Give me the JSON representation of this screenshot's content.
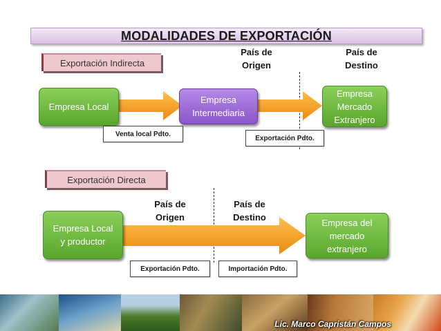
{
  "title": "MODALIDADES DE EXPORTACIÓN",
  "indirect": {
    "label": "Exportación Indirecta",
    "pais_origen": [
      "País de",
      "Origen"
    ],
    "pais_destino": [
      "País de",
      "Destino"
    ],
    "box_local": "Empresa Local",
    "box_intermediaria": [
      "Empresa",
      "Intermediaria"
    ],
    "box_mercado": [
      "Empresa",
      "Mercado",
      "Extranjero"
    ],
    "tag_venta": "Venta local Pdto.",
    "tag_exportacion": "Exportación Pdto."
  },
  "direct": {
    "label": "Exportación Directa",
    "pais_origen": [
      "País de",
      "Origen"
    ],
    "pais_destino": [
      "País de",
      "Destino"
    ],
    "box_local": [
      "Empresa Local",
      "y productor"
    ],
    "box_mercado": [
      "Empresa del",
      "mercado",
      "extranjero"
    ],
    "tag_exportacion": "Exportación Pdto.",
    "tag_importacion": "Importación Pdto."
  },
  "footer": {
    "credit": "Lic. Marco Capristán Campos"
  },
  "colors": {
    "green_box": "#6cbc3e",
    "purple_box": "#9a6ad8",
    "arrow_orange": "#f5a027",
    "section_label_bg": "#eec8cc"
  }
}
